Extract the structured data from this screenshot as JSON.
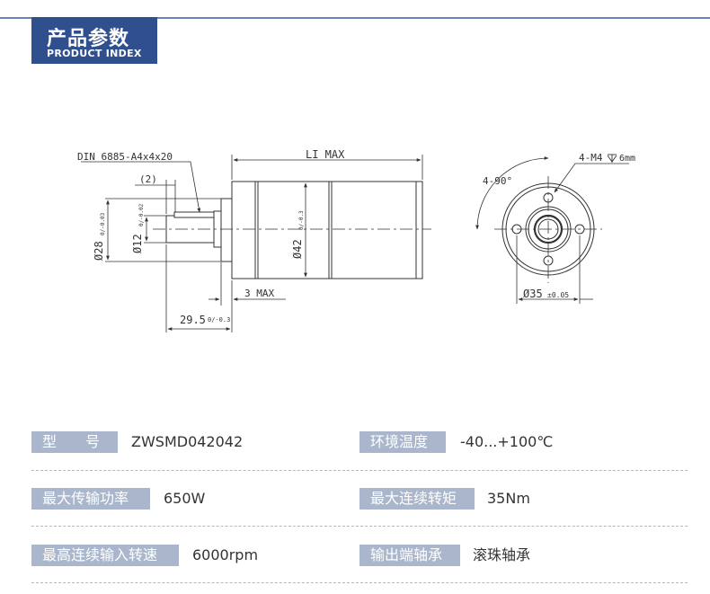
{
  "header": {
    "title": "产品参数",
    "subtitle": "PRODUCT INDEX"
  },
  "drawing": {
    "din_label": "DIN 6885-A4x4x20",
    "two_label": "(2)",
    "li_label": "LI MAX",
    "three_label": "3 MAX",
    "d28_main": "Ø28",
    "d28_tol": "0/-0.03",
    "d12_main": "Ø12",
    "d12_tol": "0/-0.02",
    "d42_main": "Ø42",
    "d42_tol": "0/-0.3",
    "len_main": "29.5",
    "len_tol": "0/-0.3",
    "angle_label": "4-90°",
    "hole_label": "4-M4",
    "depth_label": "6mm",
    "bolt_main": "Ø35",
    "bolt_tol": "±0.05"
  },
  "specs": [
    {
      "label": "型　　号",
      "value": "ZWSMD042042"
    },
    {
      "label": "环境温度",
      "value": "-40...+100℃"
    },
    {
      "label": "最大传输功率",
      "value": "650W"
    },
    {
      "label": "最大连续转矩",
      "value": "35Nm"
    },
    {
      "label": "最高连续输入转速",
      "value": "6000rpm"
    },
    {
      "label": "输出端轴承",
      "value": "滚珠轴承"
    }
  ],
  "colors": {
    "brand": "#2f4f8f",
    "label_bg": "#a9b6cc",
    "line": "#6b83b3"
  }
}
